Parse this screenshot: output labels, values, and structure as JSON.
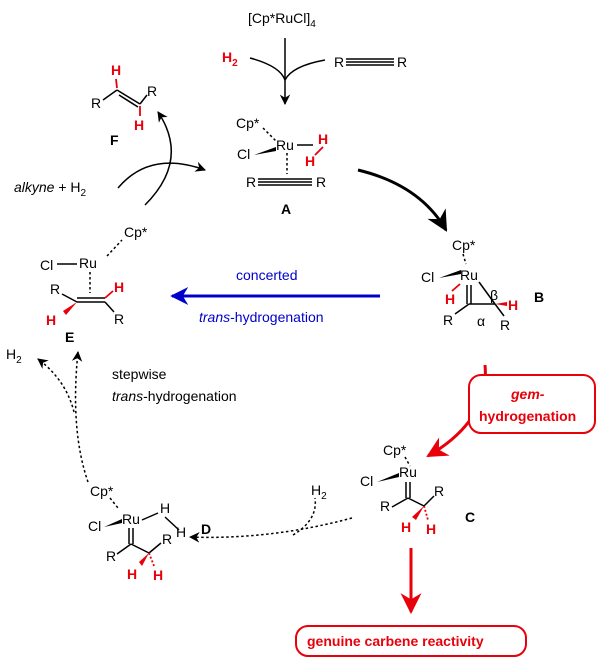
{
  "precursor": {
    "text": "[Cp*RuCl]",
    "sub": "4"
  },
  "h2_in": {
    "text": "H",
    "sub": "2"
  },
  "alkyne": {
    "r1": "R",
    "r2": "R"
  },
  "atoms": {
    "cp": "Cp*",
    "ru": "Ru",
    "cl": "Cl",
    "h": "H",
    "r": "R",
    "alpha": "α",
    "beta": "β"
  },
  "labels": {
    "A": "A",
    "B": "B",
    "C": "C",
    "D": "D",
    "E": "E",
    "F": "F"
  },
  "cycle_entry": {
    "italic": "alkyne",
    "plus": " + H",
    "sub": "2"
  },
  "concerted": {
    "line1": "concerted",
    "line2_italic": "trans",
    "line2_rest": "-hydrogenation"
  },
  "stepwise": {
    "line1": "stepwise",
    "line2_italic": "trans",
    "line2_rest": "-hydrogenation"
  },
  "h2_out": {
    "text": "H",
    "sub": "2"
  },
  "h2_d": {
    "text": "H",
    "sub": "2"
  },
  "gem_box": {
    "line1": "gem-",
    "line2": "hydrogenation"
  },
  "carbene_box": "genuine carbene reactivity",
  "colors": {
    "red": "#e8000b",
    "blue": "#0000cc",
    "black": "#000000"
  }
}
